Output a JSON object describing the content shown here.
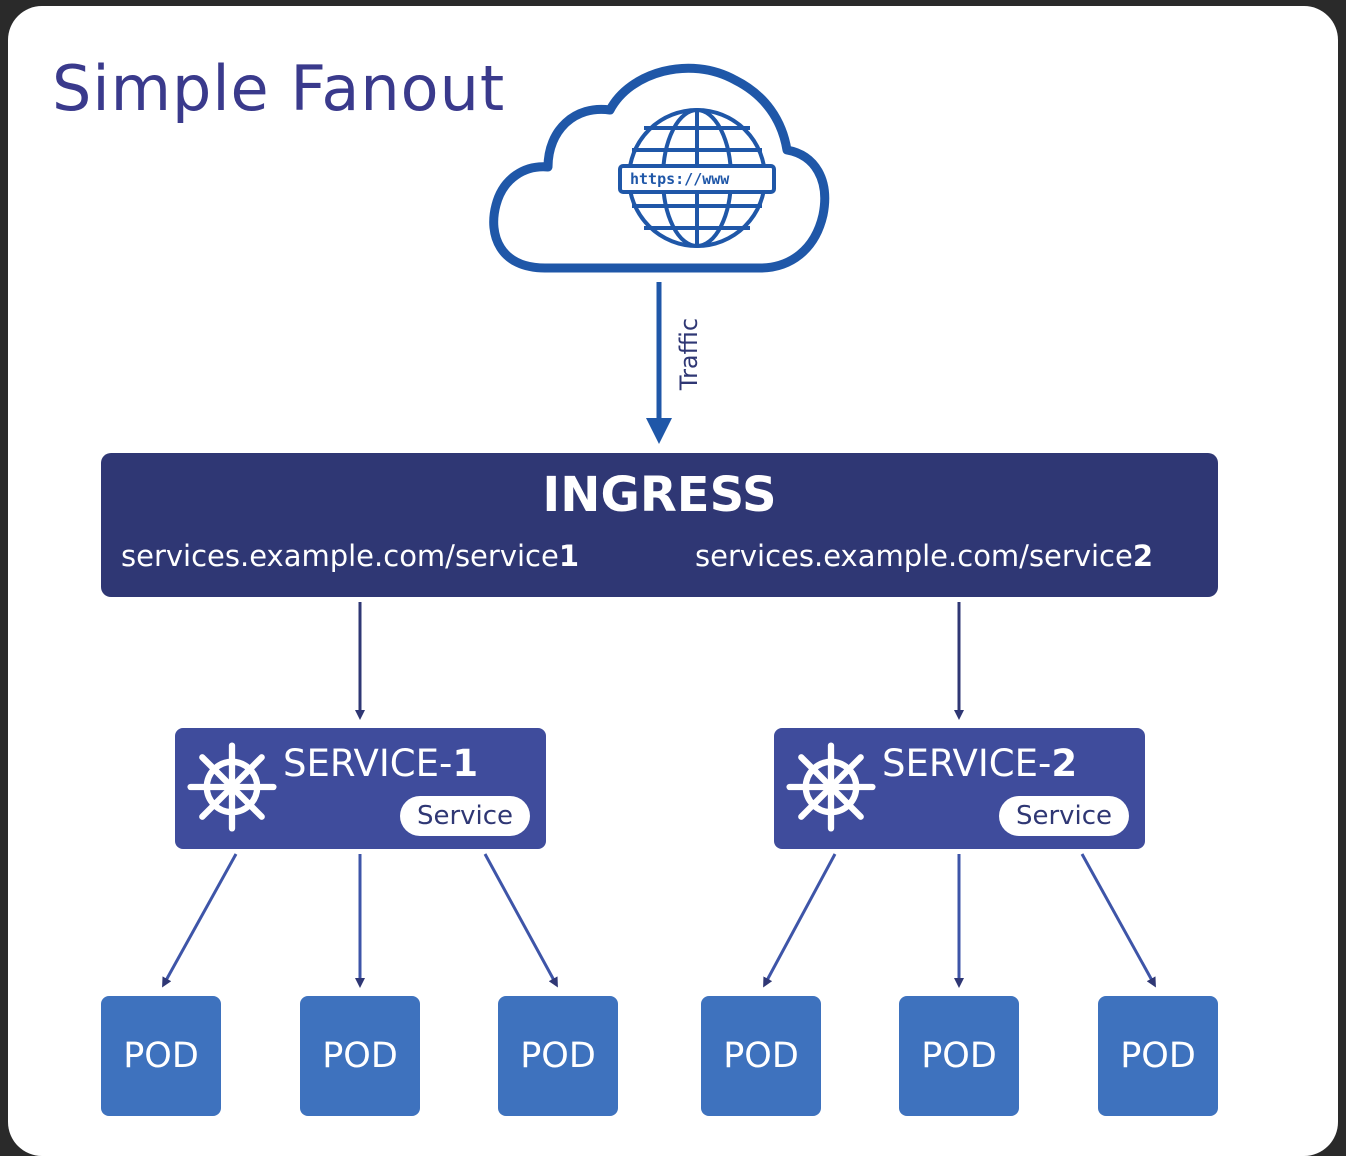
{
  "title": "Simple Fanout",
  "cloud": {
    "url_label": "https://www"
  },
  "traffic_label": "Traffic",
  "ingress": {
    "title": "INGRESS",
    "route1_prefix": "services.example.com/service",
    "route1_num": "1",
    "route2_prefix": "services.example.com/service",
    "route2_num": "2"
  },
  "services": [
    {
      "name_prefix": "SERVICE-",
      "name_num": "1",
      "badge": "Service"
    },
    {
      "name_prefix": "SERVICE-",
      "name_num": "2",
      "badge": "Service"
    }
  ],
  "pods": [
    "POD",
    "POD",
    "POD",
    "POD",
    "POD",
    "POD"
  ],
  "colors": {
    "ingress": "#2f3774",
    "service": "#3f4c9c",
    "pod": "#3e72be",
    "title": "#3a3a8c",
    "cloud": "#1f57a8"
  },
  "icons": [
    "cloud-icon",
    "globe-icon",
    "kubernetes-helm-icon"
  ]
}
